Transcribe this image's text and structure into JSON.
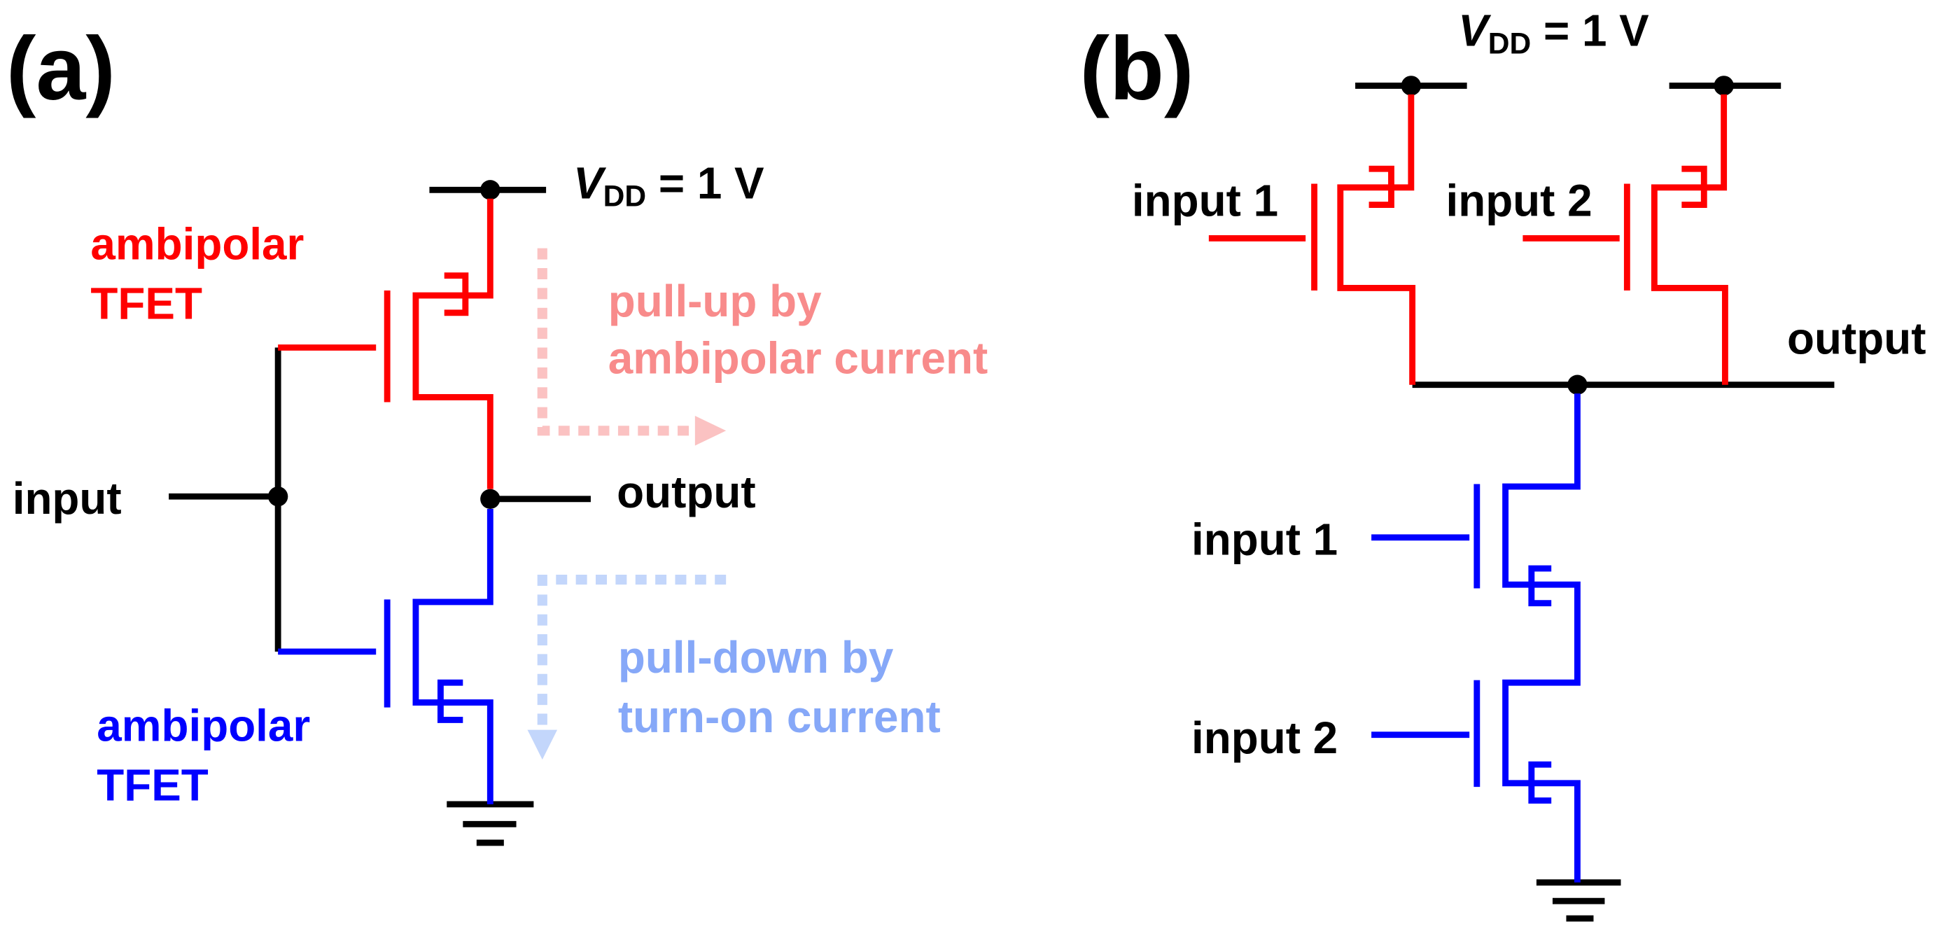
{
  "panels": {
    "a": {
      "tag": "(a)",
      "vdd": {
        "symbol": "V",
        "sub": "DD",
        "rest": " = 1 V"
      },
      "input": "input",
      "output": "output",
      "top_device": {
        "line1": "ambipolar",
        "line2": "TFET"
      },
      "bottom_device": {
        "line1": "ambipolar",
        "line2": "TFET"
      },
      "pullup_note": {
        "line1": "pull-up by",
        "line2": "ambipolar current"
      },
      "pulldown_note": {
        "line1": "pull-down by",
        "line2": "turn-on current"
      }
    },
    "b": {
      "tag": "(b)",
      "vdd": {
        "symbol": "V",
        "sub": "DD",
        "rest": " = 1 V"
      },
      "top_input1": "input 1",
      "top_input2": "input 2",
      "output": "output",
      "bottom_input1": "input 1",
      "bottom_input2": "input 2"
    }
  },
  "colors": {
    "wire": "#000000",
    "pullup_transistor": "#ff0000",
    "pulldown_transistor": "#0000ff",
    "pullup_note": "#f88b8b",
    "pulldown_note": "#86a8f8",
    "pullup_arrow": "#fbc2c2",
    "pulldown_arrow": "#c3d6fb"
  }
}
